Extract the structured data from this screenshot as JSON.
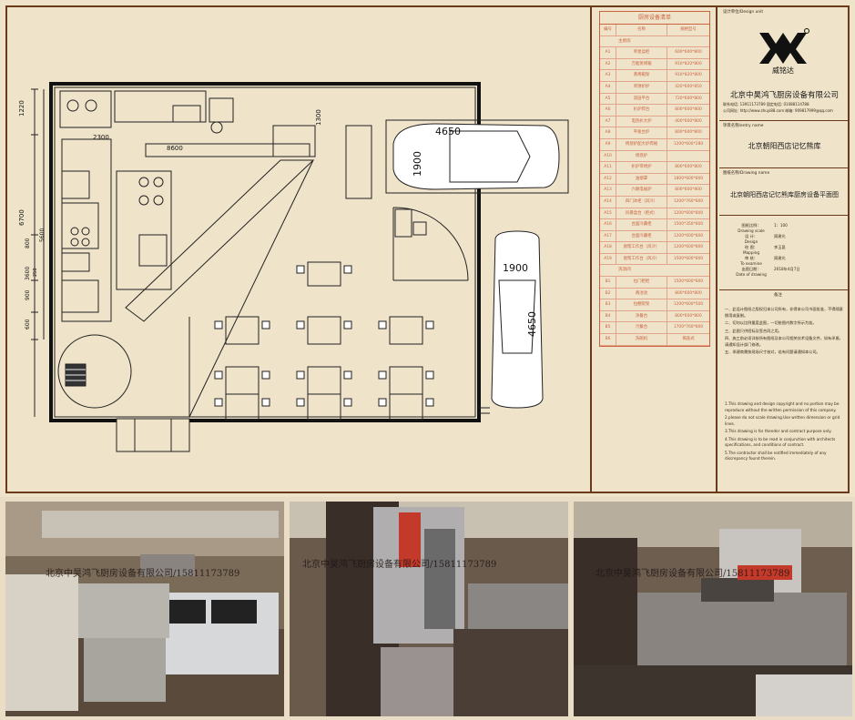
{
  "floor_plan": {
    "dims_left": [
      "1220",
      "6700",
      "5600",
      "800",
      "3600",
      "250",
      "900",
      "600"
    ],
    "dims_top": [
      "2300",
      "8600",
      "1300"
    ],
    "car_dims": [
      "4650",
      "1900",
      "1900",
      "4650"
    ]
  },
  "equipment_list": {
    "title": "厨房设备清单",
    "headers": [
      "编号",
      "名称",
      "规格型号"
    ],
    "section_main": "主厨房",
    "main_items": [
      [
        "A1",
        "单星盆柜",
        "600*600*800"
      ],
      [
        "A2",
        "万能蒸烤箱",
        "910*820*800"
      ],
      [
        "A3",
        "蒸烤箱架",
        "910*820*800"
      ],
      [
        "A4",
        "单饼炉炉",
        "420*600*850"
      ],
      [
        "A5",
        "双层平台",
        "720*600*800"
      ],
      [
        "A6",
        "扒炉焊台",
        "800*600*800"
      ],
      [
        "A7",
        "电热扒大炉",
        "400*600*800"
      ],
      [
        "A8",
        "平板台炉",
        "800*600*800"
      ],
      [
        "A9",
        "烤烧炉配大炉焊摊",
        "1200*600*280"
      ],
      [
        "A10",
        "烤烧炉",
        ""
      ],
      [
        "A11",
        "扒炉带烤炉",
        "800*600*800"
      ],
      [
        "A12",
        "油烟罩",
        "1800*600*800"
      ],
      [
        "A13",
        "六眼电磁炉",
        "800*600*800"
      ],
      [
        "A14",
        "四门冰柜（风冷）",
        "1200*760*800"
      ],
      [
        "A15",
        "风暴盒台（柜式）",
        "1200*600*800"
      ],
      [
        "A16",
        "台面冷藏柜",
        "1500*350*800"
      ],
      [
        "A17",
        "台面冷藏柜",
        "1200*600*800"
      ],
      [
        "A18",
        "厨帮工作台（风冷）",
        "1200*600*800"
      ],
      [
        "A19",
        "厨帮工作台（风冷）",
        "1500*600*800"
      ]
    ],
    "section_wash": "洗消间",
    "wash_items": [
      [
        "B1",
        "拉门柜柜",
        "1500*600*800"
      ],
      [
        "B2",
        "两池池",
        "800*600*800"
      ],
      [
        "B3",
        "拉棚架架",
        "1200*600*500"
      ],
      [
        "B4",
        "净餐台",
        "800*600*800"
      ],
      [
        "B5",
        "污餐台",
        "1700*760*800"
      ],
      [
        "B6",
        "洗碗机",
        "揭盖式"
      ]
    ]
  },
  "title_block": {
    "design_unit_label": "设计单位/Design unit",
    "logo_text": "威铭达",
    "company": "北京中昊鸿飞厨房设备有限公司",
    "contact_lines": [
      "联系电话: 13911173789        固定电话: 01088114788",
      "公司网址: http://www.zhuyi88.com   邮箱: 909817999@qq.com"
    ],
    "project_label": "项目名称/entry name",
    "project_name": "北京朝阳西店记忆熊库",
    "drawing_label": "图纸名称/Drawing name",
    "drawing_name": "北京朝阳西店记忆熊库厨房设备平面图",
    "meta": [
      [
        "图纸比例：",
        "1：100"
      ],
      [
        "Drawing scale",
        ""
      ],
      [
        "设  计：",
        "周建光"
      ],
      [
        "Design",
        ""
      ],
      [
        "绘  图：",
        "李玉昆"
      ],
      [
        "Mapping",
        ""
      ],
      [
        "审  核：",
        "周建光"
      ],
      [
        "To examine",
        ""
      ],
      [
        "出图日期：",
        "2018年4月7日"
      ],
      [
        "Date of drawing",
        ""
      ]
    ],
    "remarks_label": "备注",
    "notes_cn": [
      "一、此设计图纸之版权归本公司所有，非得本公司书面批准，不得随意挪用或复制。",
      "二、切勿以比例量度此图，一切依图内数字所示为准。",
      "三、此图只供招标及签合同之用。",
      "四、施工前必须详核所有图纸及本公司相关技术设备文件，如有矛盾，请通知设计部门修改。",
      "五、承建商需按现场尺寸核对，若有问题请通知本公司。"
    ],
    "notes_en": [
      "1.This drawing and design copyright and no portion may be reproduce without the written permission of this company.",
      "2.please do not scale drawing.Use written dimension or grid lines.",
      "3.This drawing is for thender and contract purpose only.",
      "4.This drawing is to be read in conjunction with architects specifications, and conditions of contract.",
      "5.The contractor shall be notified immediately of any discrepancy found therein."
    ]
  },
  "photos": {
    "watermark": "北京中昊鸿飞厨房设备有限公司/15811173789"
  },
  "colors": {
    "paper": "#efe3c9",
    "frame": "#6a3a1a",
    "table_accent": "#c9623f"
  }
}
